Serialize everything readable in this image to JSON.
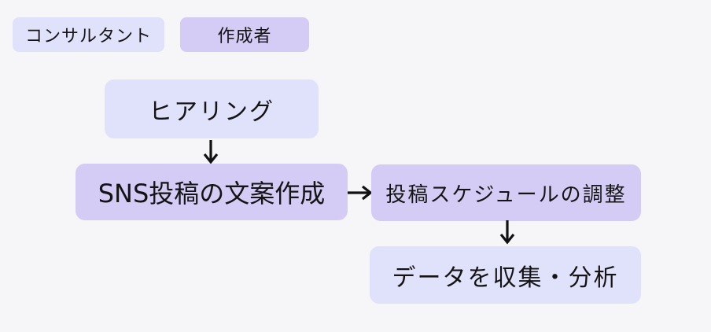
{
  "diagram": {
    "background_color": "#f6f5f7",
    "text_color": "#141414",
    "arrow_color": "#111111",
    "colors": {
      "lavender": "#dfe2fa",
      "purple": "#d5ccf5"
    },
    "legend": {
      "consultant": {
        "label": "コンサルタント",
        "variant": "lavender"
      },
      "creator": {
        "label": "作成者",
        "variant": "purple"
      }
    },
    "nodes": {
      "hearing": {
        "label": "ヒアリング",
        "variant": "lavender"
      },
      "sns_draft": {
        "label": "SNS投稿の文案作成",
        "variant": "purple"
      },
      "schedule": {
        "label": "投稿スケジュールの調整",
        "variant": "purple"
      },
      "data_analysis": {
        "label": "データを収集・分析",
        "variant": "lavender"
      }
    },
    "edges": [
      {
        "from": "hearing",
        "to": "sns_draft",
        "direction": "down"
      },
      {
        "from": "sns_draft",
        "to": "schedule",
        "direction": "right"
      },
      {
        "from": "schedule",
        "to": "data_analysis",
        "direction": "down"
      }
    ]
  }
}
